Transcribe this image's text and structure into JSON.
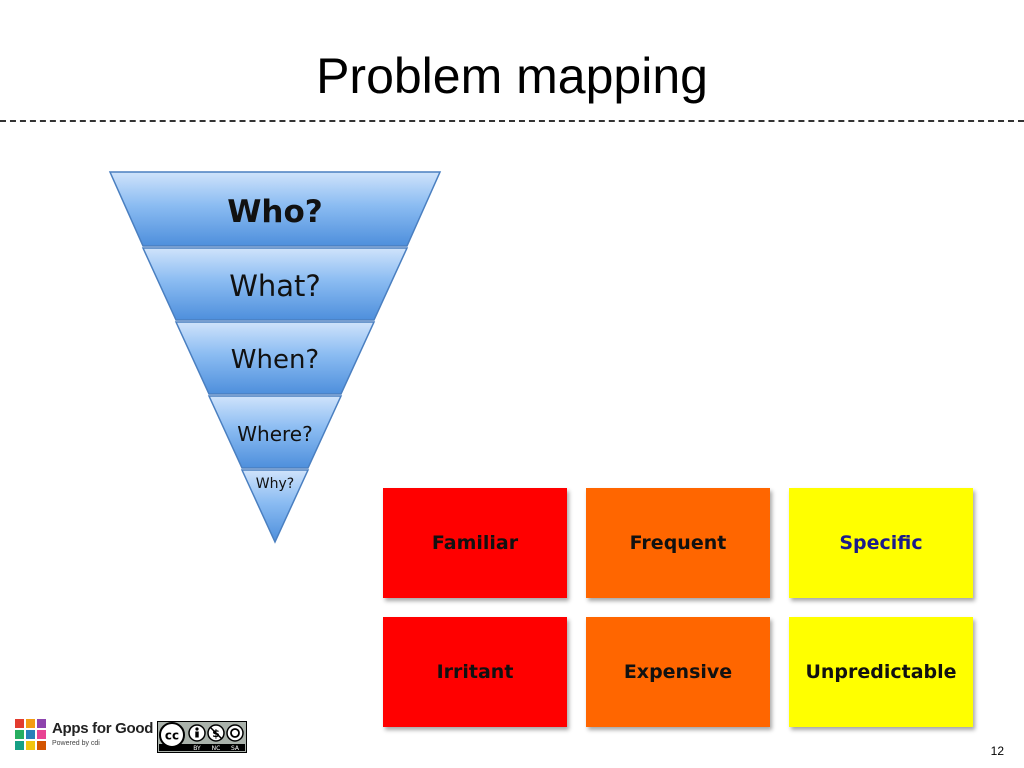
{
  "slide": {
    "title": "Problem mapping",
    "page_number": "12"
  },
  "funnel": {
    "levels": [
      "Who?",
      "What?",
      "When?",
      "Where?",
      "Why?"
    ],
    "color": "#6fa8e8"
  },
  "grid": {
    "row1": [
      {
        "label": "Familiar",
        "color": "#ff0000"
      },
      {
        "label": "Frequent",
        "color": "#ff6600"
      },
      {
        "label": "Specific",
        "color": "#ffff00"
      }
    ],
    "row2": [
      {
        "label": "Irritant",
        "color": "#ff0000"
      },
      {
        "label": "Expensive",
        "color": "#ff6600"
      },
      {
        "label": "Unpredictable",
        "color": "#ffff00"
      }
    ]
  },
  "footer": {
    "logo_text": "Apps for Good",
    "logo_subtext": "Powered by cdi",
    "license_icons": [
      "cc-icon",
      "by-icon",
      "nc-icon",
      "sa-icon"
    ],
    "license_labels": [
      "BY",
      "NC",
      "SA"
    ]
  }
}
